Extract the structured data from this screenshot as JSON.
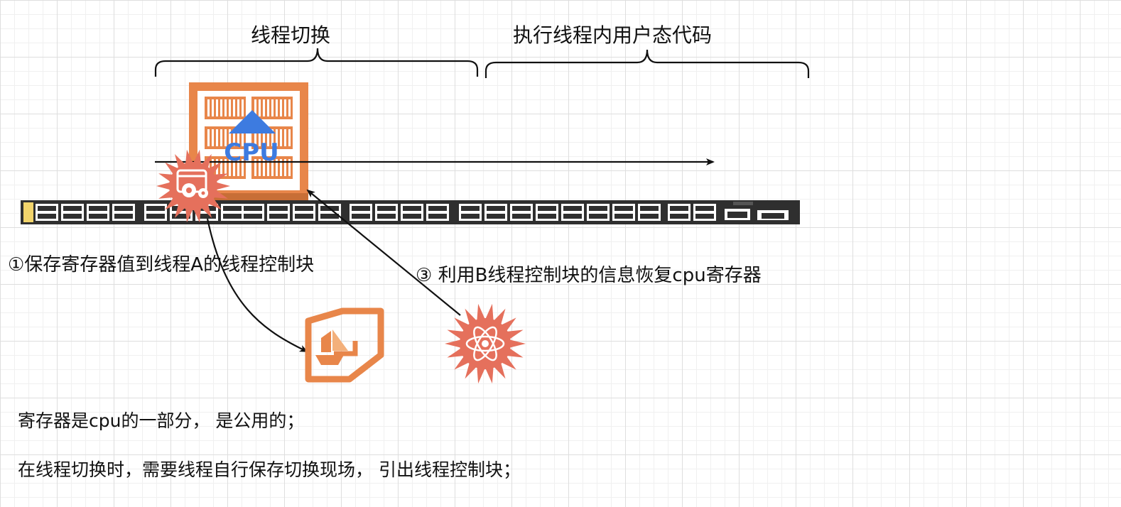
{
  "labels": {
    "thread_switch": "线程切换",
    "exec_user_code": "执行线程内用户态代码",
    "step1": "①保存寄存器值到线程A的线程控制块",
    "step3": "③ 利用B线程控制块的信息恢复cpu寄存器",
    "note1": "寄存器是cpu的一部分， 是公用的；",
    "note2": "在线程切换时，需要线程自行保存切换现场， 引出线程控制块；"
  },
  "icons": {
    "cpu_text": "CPU",
    "cpu_chip": "cpu-chip-icon",
    "switch_bar": "network-switch-icon",
    "thread_a": "gear-sun-icon",
    "thread_b": "atom-sun-icon",
    "tcb_store": "storage-box-icon"
  },
  "colors": {
    "orange": "#E8864A",
    "orange_light": "#F3B07B",
    "sun_red": "#E5705C",
    "cpu_blue": "#3D7BE0",
    "bar_dark": "#2F2F2F",
    "line": "#111111"
  }
}
